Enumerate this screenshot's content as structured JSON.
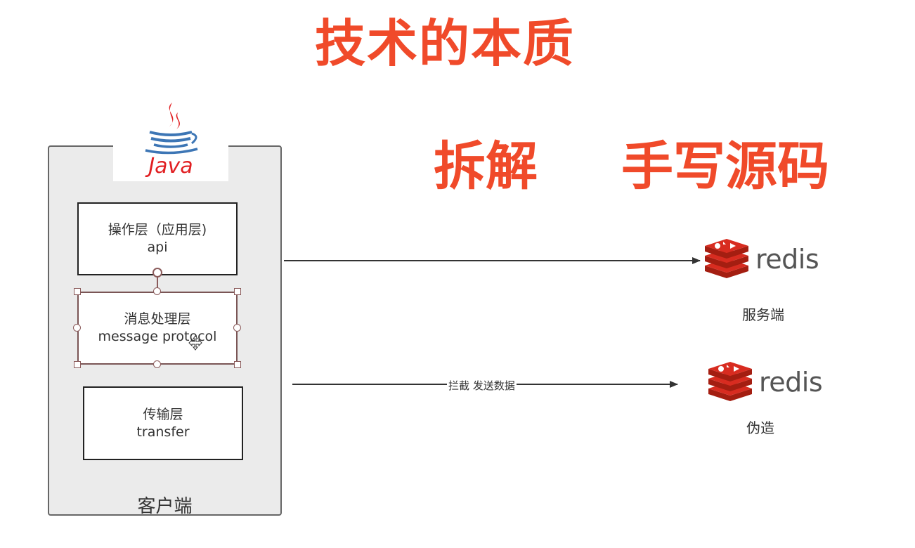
{
  "title": "技术的本质",
  "subtitles": [
    "拆解",
    "手写源码"
  ],
  "client": {
    "logo_text": "Java",
    "layers": [
      {
        "line1": "操作层（应用层)",
        "line2": "api"
      },
      {
        "line1": "消息处理层",
        "line2": "message protocol"
      },
      {
        "line1": "传输层",
        "line2": "transfer"
      }
    ],
    "label": "客户端"
  },
  "edges": [
    {
      "from": "操作层（应用层)",
      "to": "服务端",
      "label": ""
    },
    {
      "from": "传输层",
      "to": "伪造",
      "label": "拦截 发送数据"
    }
  ],
  "servers": [
    {
      "logo_text": "redis",
      "caption": "服务端",
      "icon": "redis-stack-icon"
    },
    {
      "logo_text": "redis",
      "caption": "伪造",
      "icon": "redis-stack-icon"
    }
  ],
  "colors": {
    "title": "#f04a2a",
    "java_red": "#e11f22",
    "java_blue": "#3d76b5",
    "redis_red": "#d82c20",
    "client_bg": "#ebebeb"
  }
}
